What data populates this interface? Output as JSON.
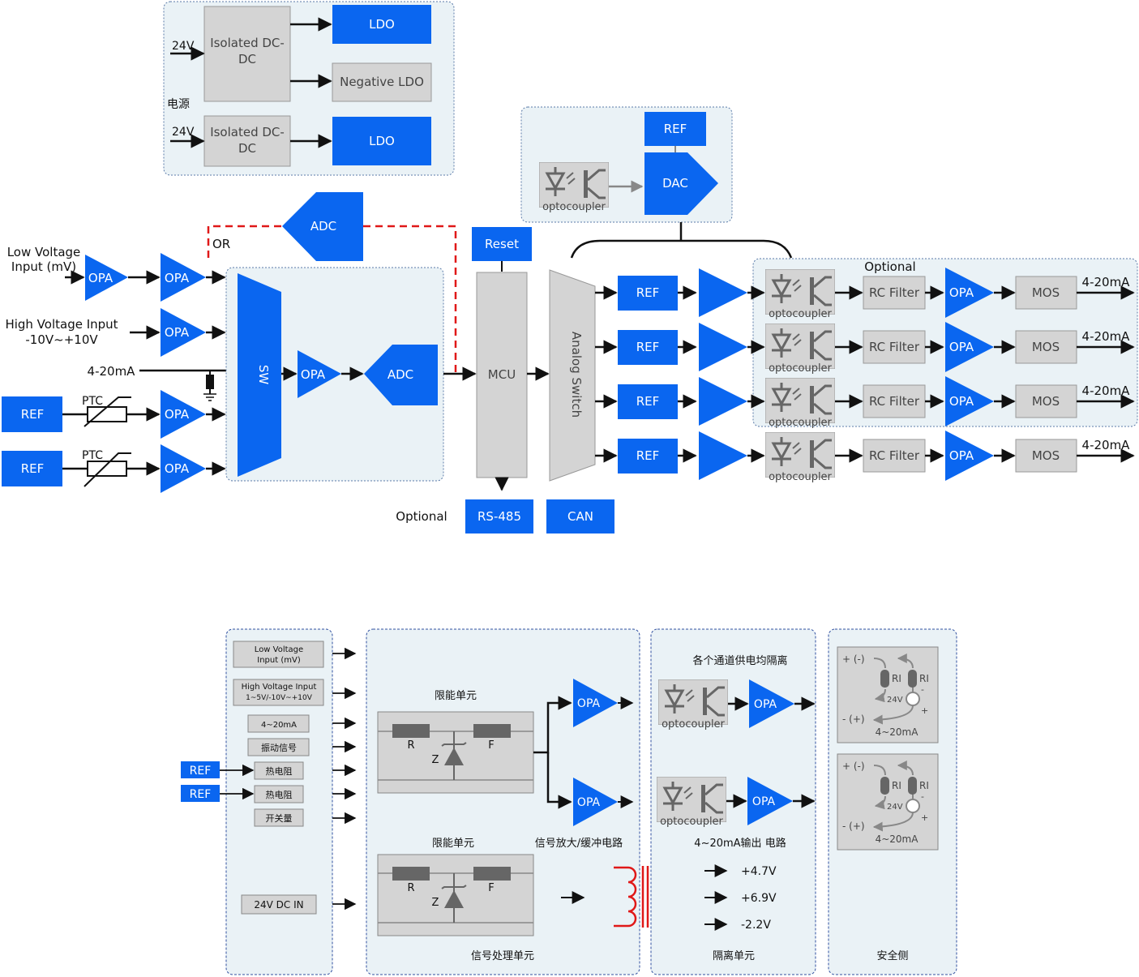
{
  "colors": {
    "blue": "#0a66f0",
    "gray": "#d4d4d4",
    "panel": "#eaf2f6",
    "panel_border": "#5a7aa8",
    "red": "#e01818",
    "dark": "#111111",
    "text_gray": "#444444"
  },
  "power": {
    "label": "电源",
    "in1": "24V",
    "in2": "24V",
    "dcdc1": "Isolated DC-DC",
    "dcdc2": "Isolated DC-DC",
    "ldo1": "LDO",
    "neg_ldo": "Negative LDO",
    "ldo2": "LDO"
  },
  "dac_block": {
    "ref": "REF",
    "dac": "DAC",
    "opto": "optocoupler"
  },
  "inputs": {
    "low_voltage": "Low Voltage Input (mV)",
    "high_voltage_1": "High Voltage Input",
    "high_voltage_2": "-10V~+10V",
    "current": "4-20mA",
    "ptc1": "PTC",
    "ptc2": "PTC",
    "ref1": "REF",
    "ref2": "REF"
  },
  "front": {
    "opa_pre": "OPA",
    "opa1": "OPA",
    "opa2": "OPA",
    "opa3": "OPA",
    "opa4": "OPA",
    "or_label": "OR",
    "adc_alt": "ADC",
    "sw": "SW",
    "opa_core": "OPA",
    "adc": "ADC"
  },
  "mcu": {
    "reset": "Reset",
    "mcu": "MCU",
    "analog_switch": "Analog Switch",
    "optional": "Optional",
    "rs485": "RS-485",
    "can": "CAN"
  },
  "output_channels": {
    "optional": "Optional",
    "channels": [
      {
        "ref": "REF",
        "opto": "optocoupler",
        "filter": "RC Filter",
        "opa": "OPA",
        "mos": "MOS",
        "out": "4-20mA"
      },
      {
        "ref": "REF",
        "opto": "optocoupler",
        "filter": "RC Filter",
        "opa": "OPA",
        "mos": "MOS",
        "out": "4-20mA"
      },
      {
        "ref": "REF",
        "opto": "optocoupler",
        "filter": "RC Filter",
        "opa": "OPA",
        "mos": "MOS",
        "out": "4-20mA"
      },
      {
        "ref": "REF",
        "opto": "optocoupler",
        "filter": "RC Filter",
        "opa": "OPA",
        "mos": "MOS",
        "out": "4-20mA"
      }
    ]
  },
  "bottom": {
    "inputs": {
      "low_voltage_1": "Low Voltage",
      "low_voltage_2": "Input (mV)",
      "high_voltage_1": "High Voltage Input",
      "high_voltage_2": "1~5V/-10V~+10V",
      "current": "4~20mA",
      "vibration": "振动信号",
      "thermo1": "热电阻",
      "thermo2": "热电阻",
      "switch": "开关量",
      "dc_in": "24V DC IN",
      "ref1": "REF",
      "ref2": "REF"
    },
    "signal": {
      "limit1": "限能单元",
      "limit2": "限能单元",
      "r1": "R",
      "z1": "Z",
      "f1": "F",
      "r2": "R",
      "z2": "Z",
      "f2": "F",
      "opa1": "OPA",
      "opa2": "OPA",
      "amp_caption": "信号放大/缓冲电路",
      "caption": "信号处理单元"
    },
    "isolation": {
      "title": "各个通道供电均隔离",
      "opto1": "optocoupler",
      "opto2": "optocoupler",
      "opa1": "OPA",
      "opa2": "OPA",
      "out_caption": "4~20mA输出 电路",
      "v1": "+4.7V",
      "v2": "+6.9V",
      "v3": "-2.2V",
      "caption": "隔离单元"
    },
    "safety": {
      "caption": "安全侧",
      "plus_minus": "+ (-)",
      "minus_plus": "- (+)",
      "ri": "RI",
      "v24": "24V",
      "plus": "+",
      "minus": "-",
      "ma": "4~20mA"
    }
  }
}
